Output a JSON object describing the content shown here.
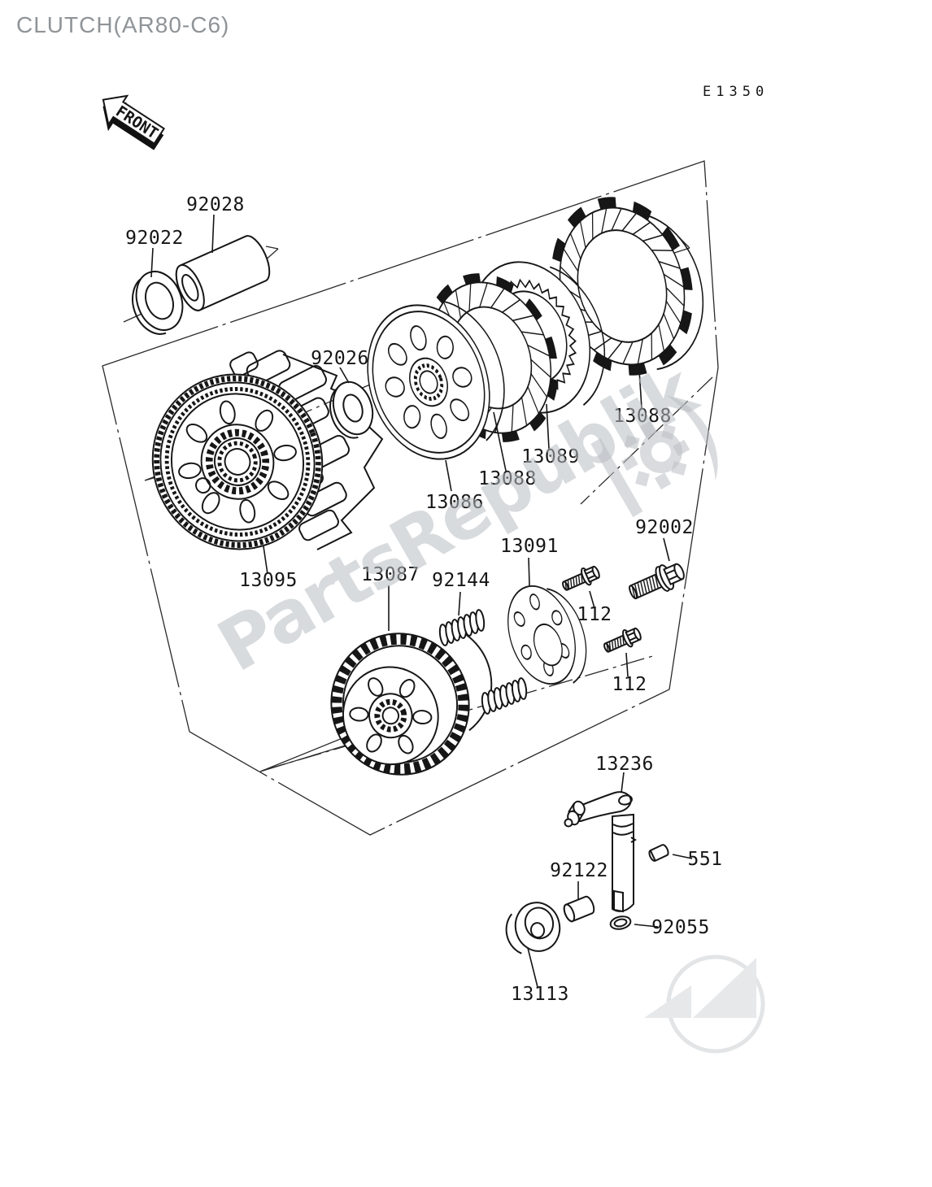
{
  "title": "CLUTCH(AR80-C6)",
  "page_code": "E1350",
  "front_marker": "FRONT",
  "watermark": {
    "text": "PartsRepublik"
  },
  "colors": {
    "line": "#161616",
    "title_gray": "#8f9498",
    "watermark_gray": "#cdd0d3",
    "background": "#ffffff"
  },
  "labels": [
    {
      "text": "92022"
    },
    {
      "text": "92028"
    },
    {
      "text": "92026"
    },
    {
      "text": "13095"
    },
    {
      "text": "13086"
    },
    {
      "text": "13088"
    },
    {
      "text": "13089"
    },
    {
      "text": "13088"
    },
    {
      "text": "13087"
    },
    {
      "text": "92144"
    },
    {
      "text": "13091"
    },
    {
      "text": "112"
    },
    {
      "text": "112"
    },
    {
      "text": "92002"
    },
    {
      "text": "13236"
    },
    {
      "text": "551"
    },
    {
      "text": "92122"
    },
    {
      "text": "92055"
    },
    {
      "text": "13113"
    }
  ]
}
